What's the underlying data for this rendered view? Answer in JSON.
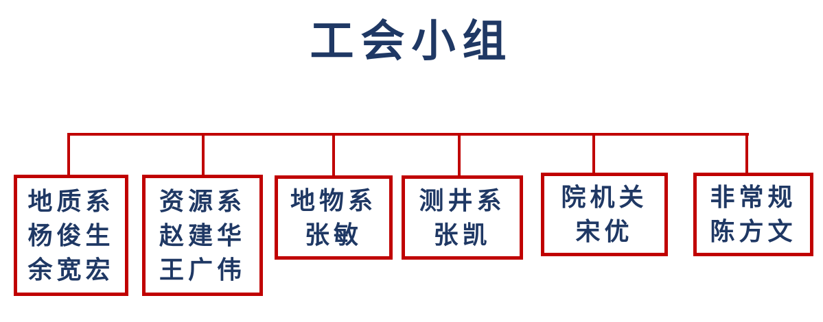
{
  "title": "工会小组",
  "colors": {
    "connector_red": "#c00000",
    "box_border_red": "#c00000",
    "text_navy": "#1f3864",
    "background": "#ffffff"
  },
  "org": {
    "root": "工会小组",
    "groups": [
      {
        "department": "地质系",
        "member1": "杨俊生",
        "member2": "余宽宏"
      },
      {
        "department": "资源系",
        "member1": "赵建华",
        "member2": "王广伟"
      },
      {
        "department": "地物系",
        "member1": "张敏",
        "member2": ""
      },
      {
        "department": "测井系",
        "member1": "张凯",
        "member2": ""
      },
      {
        "department": "院机关",
        "member1": "宋优",
        "member2": ""
      },
      {
        "department": "非常规",
        "member1": "陈方文",
        "member2": ""
      }
    ]
  }
}
